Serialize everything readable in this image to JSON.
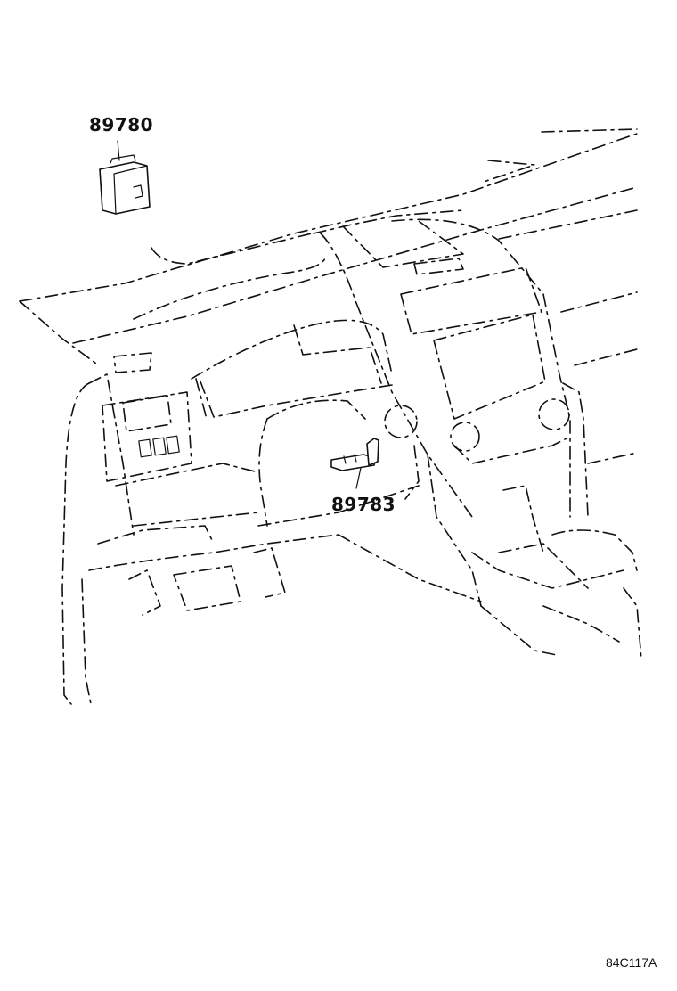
{
  "parts": [
    {
      "number": "89780"
    },
    {
      "number": "89783"
    }
  ],
  "figure_code": "84C117A"
}
